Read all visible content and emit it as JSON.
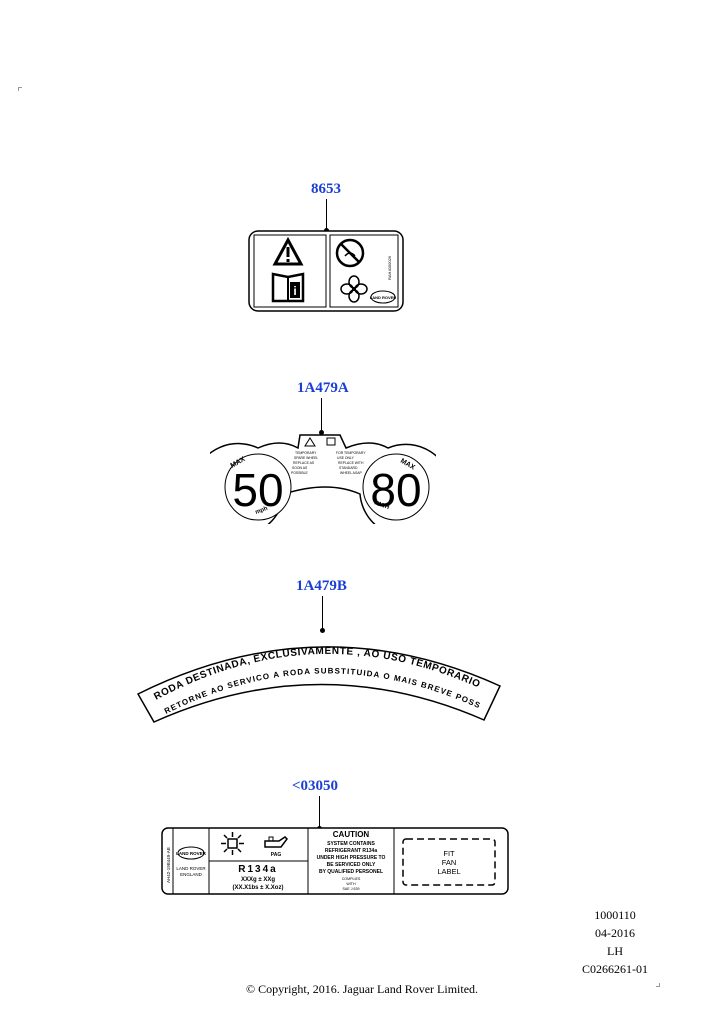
{
  "callouts": {
    "c1": "8653",
    "c2": "1A479A",
    "c3": "1A479B",
    "c4": "<03050"
  },
  "label_8653": {
    "part_code": "RAH4000029",
    "logo": "LAND ROVER",
    "icons": [
      "warning-triangle-icon",
      "manual-info-icon",
      "no-fan-contact-icon",
      "fan-icon"
    ]
  },
  "label_1A479A": {
    "left_max": "MAX",
    "left_speed": "50",
    "left_unit": "mph",
    "right_max": "MAX",
    "right_speed": "80",
    "right_unit": "KM/H",
    "center_left_text": [
      "TEMPORARY",
      "SPARE WHEEL",
      "REPLACE AS",
      "SOON AS",
      "POSSIBLE"
    ],
    "center_right_text": [
      "FOR TEMPORARY",
      "USE ONLY",
      "REPLACE WITH",
      "STANDARD",
      "WHEEL ASAP"
    ]
  },
  "label_1A479B": {
    "line1": "RODA DESTINADA, EXCLUSIVAMENTE , AO USO TEMPORARIO",
    "line2": "RETORNE AO SERVICO A RODA SUBSTITUIDA O MAIS BREVE POSSIVEL"
  },
  "label_03050": {
    "side_code": "AH42-19B449-AB",
    "logo": "LAND ROVER",
    "origin": [
      "LAND ROVER",
      "ENGLAND"
    ],
    "oil_label": "PAG",
    "refrigerant": "R134a",
    "qty_g": "XXXg ± XXg",
    "qty_lbs": "(XX.X1bs ± X.Xoz)",
    "caution_title": "CAUTION",
    "caution_lines": [
      "SYSTEM CONTAINS",
      "REFRIGERANT R134a",
      "UNDER HIGH PRESSURE TO",
      "BE SERVICED ONLY",
      "BY QUALIFIED PERSONEL"
    ],
    "complies": [
      "COMPLIES",
      "WITH",
      "SAE J 639"
    ],
    "fit_fan": [
      "FIT",
      "FAN",
      "LABEL"
    ]
  },
  "footer": {
    "ref1": "1000110",
    "date": "04-2016",
    "side": "LH",
    "ref2": "C0266261-01",
    "copyright": "© Copyright, 2016. Jaguar Land Rover Limited."
  }
}
